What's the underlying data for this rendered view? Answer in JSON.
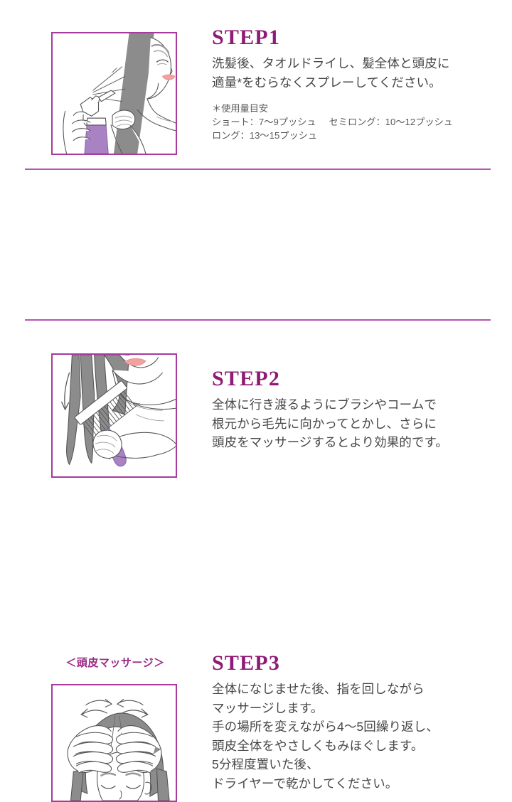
{
  "meta": {
    "colors": {
      "background": "#ffffff",
      "heading": "#8e1b76",
      "body_text": "#474747",
      "frame_border": "#a63a9e",
      "divider": "#b455b4",
      "caption": "#9c2a86",
      "hair_gray": "#8c8c8c",
      "lips_pink": "#f2a0a0",
      "bottle_purple": "#a982c4",
      "outline": "#555555"
    }
  },
  "steps": [
    {
      "heading": "STEP1",
      "body": "洗髪後、タオルドライし、髪全体と頭皮に\n適量*をむらなくスプレーしてください。",
      "note_title": "＊使用量目安",
      "note_line1_a": "ショート：7〜9プッシュ",
      "note_line1_b": "セミロング：10〜12プッシュ",
      "note_line2": "ロング：13〜15プッシュ",
      "figure_name": "spray-application-illustration",
      "figure_alt": "髪にスプレーする女性のイラスト"
    },
    {
      "heading": "STEP2",
      "body": "全体に行き渡るようにブラシやコームで\n根元から毛先に向かってとかし、さらに\n頭皮をマッサージするとより効果的です。",
      "figure_name": "comb-brushing-illustration",
      "figure_alt": "コームで髪をとかす女性のイラスト"
    },
    {
      "heading": "STEP3",
      "caption": "＜頭皮マッサージ＞",
      "body": "全体になじませた後、指を回しながら\nマッサージします。\n手の場所を変えながら4〜5回繰り返し、\n頭皮全体をやさしくもみほぐします。\n5分程度置いた後、\nドライヤーで乾かしてください。",
      "figure_name": "scalp-massage-illustration",
      "figure_alt": "両手で頭皮をマッサージするイラスト"
    }
  ]
}
